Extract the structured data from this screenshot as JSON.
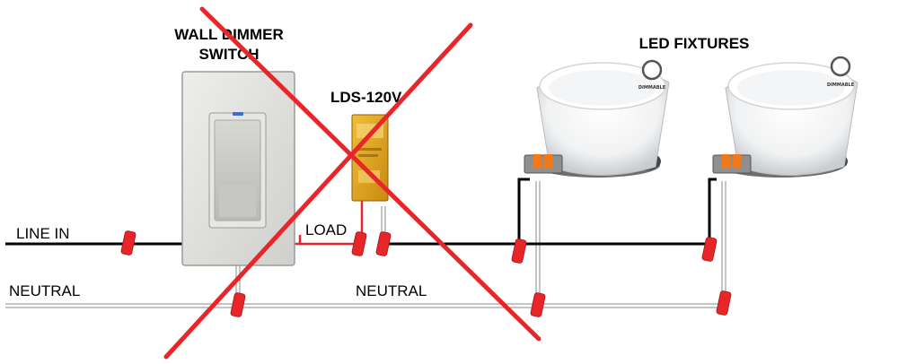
{
  "labels": {
    "wall_dimmer_line1": "WALL DIMMER",
    "wall_dimmer_line2": "SWITCH",
    "led_fixtures": "LED FIXTURES",
    "module": "LDS-120V",
    "line_in": "LINE IN",
    "neutral_left": "NEUTRAL",
    "neutral_mid": "NEUTRAL",
    "load": "LOAD",
    "dimmable_badge": "DIMMABLE"
  },
  "colors": {
    "hot_wire": "#000000",
    "load_wire": "#e8262a",
    "neutral_wire": "#ffffff",
    "wire_nut": "#e8262a",
    "cross_out": "#e8262a",
    "module_body": "#e2a21a"
  }
}
